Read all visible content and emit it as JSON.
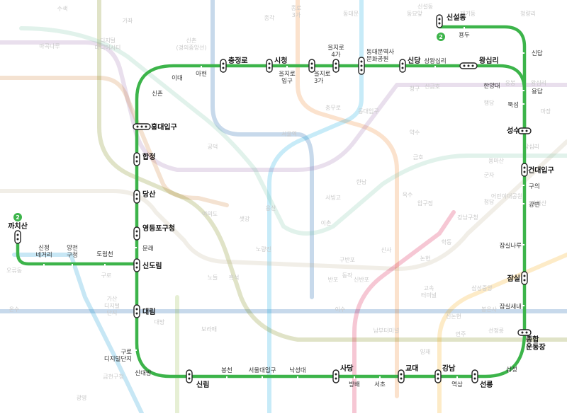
{
  "line": {
    "number": "2",
    "color": "#3cb44a"
  },
  "stations": {
    "sinseoldong": "신설동",
    "yongdu": "용두",
    "sindap": "신답",
    "yongdap": "용답",
    "seongsu": "성수",
    "kkachisan": "까치산",
    "sinjeong_ne": "신정\n네거리",
    "yangcheon_gu": "양천\n구청",
    "dorimcheon": "도림천",
    "chungjeongno": "충정로",
    "sicheong": "시청",
    "euljiro1": "을지로\n입구",
    "euljiro3": "을지로\n3가",
    "euljiro4": "을지로\n4가",
    "ddp": "동대문역사\n문화공원",
    "sindang": "신당",
    "sangwangsimni": "상왕십리",
    "wangsimni": "왕십리",
    "hanyang": "한양대",
    "ttukseom": "뚝섬",
    "ahyeon": "아현",
    "idae": "이대",
    "sinchon": "신촌",
    "hongdae": "홍대입구",
    "hapjeong": "합정",
    "dangsan": "당산",
    "yeongdeungpo": "영등포구청",
    "mullae": "문래",
    "sindorim": "신도림",
    "daerim": "대림",
    "guro_digital": "구로\n디지털단지",
    "sindaebang": "신대방",
    "sillim": "신림",
    "bongcheon": "봉천",
    "snu": "서울대입구",
    "nakseongdae": "낙성대",
    "sadang": "사당",
    "bangbae": "방배",
    "seocho": "서초",
    "gyodae": "교대",
    "gangnam": "강남",
    "yeoksam": "역삼",
    "seolleung": "선릉",
    "samseong": "삼성",
    "sports_complex": "종합\n운동장",
    "jamsil_saenae": "잠실새내",
    "jamsil": "잠실",
    "jamsil_naru": "잠실나루",
    "gangbyeon": "강변",
    "guui": "구의",
    "konkuk": "건대입구"
  },
  "background_labels": [
    "수색",
    "디지털\n미디어시티",
    "마곡나루",
    "가좌",
    "신촌\n(경의중앙선)",
    "종로\n3가",
    "종각",
    "동대문",
    "동묘앞",
    "제기동",
    "청량리",
    "신설동",
    "서울역",
    "공덕",
    "여의도",
    "노량진",
    "용산",
    "이촌",
    "서빙고",
    "옥수",
    "압구정",
    "신사",
    "논현",
    "고속\n터미널",
    "반포",
    "이수",
    "동작",
    "가산\n디지털\n단지",
    "구로",
    "오류동",
    "온수",
    "금천구청",
    "광명",
    "보라매",
    "대방",
    "샛강",
    "노들",
    "흑석",
    "구반포",
    "신반포",
    "학동",
    "강남구청",
    "청담",
    "삼성중앙",
    "봉은사",
    "선정릉",
    "언주",
    "신논현",
    "양재",
    "남부터미널",
    "약수",
    "금호",
    "한남",
    "충무로",
    "동대입구",
    "청구",
    "신금호",
    "행당",
    "응봉",
    "왕십리",
    "마장",
    "답십리",
    "용마산",
    "군자",
    "어린이대공원",
    "아차산"
  ]
}
